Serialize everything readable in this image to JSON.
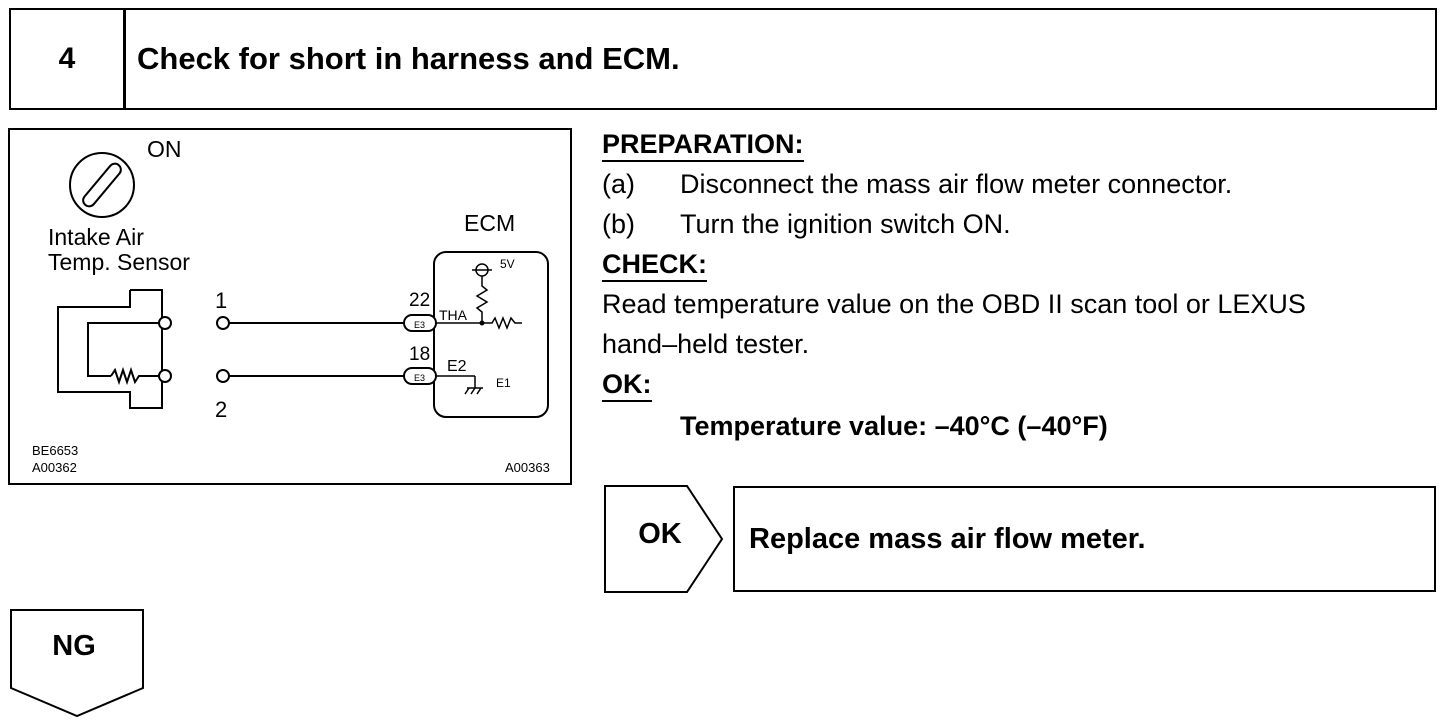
{
  "step": {
    "number": "4",
    "title": "Check for short in harness and ECM."
  },
  "diagram": {
    "switch_label": "ON",
    "sensor_label_1": "Intake Air",
    "sensor_label_2": "Temp. Sensor",
    "ecm_label": "ECM",
    "supply_label": "5V",
    "pin1": "1",
    "pin2": "2",
    "ecm_pin_tha": "22",
    "ecm_pin_e2": "18",
    "connector_1": "E3",
    "connector_2": "E3",
    "signal_tha": "THA",
    "signal_e2": "E2",
    "signal_e1": "E1",
    "code_1": "BE6653",
    "code_2": "A00362",
    "code_3": "A00363"
  },
  "instructions": {
    "preparation_heading": "PREPARATION:",
    "prep_items": [
      {
        "label": "(a)",
        "text": "Disconnect the mass air flow meter connector."
      },
      {
        "label": "(b)",
        "text": "Turn the ignition switch ON."
      }
    ],
    "check_heading": "CHECK:",
    "check_text_1": "Read temperature value on the OBD II scan tool or LEXUS",
    "check_text_2": "hand–held tester.",
    "ok_heading": "OK:",
    "spec": "Temperature value: –40°C (–40°F)"
  },
  "result": {
    "ok_label": "OK",
    "ok_action": "Replace mass air flow meter.",
    "ng_label": "NG"
  }
}
